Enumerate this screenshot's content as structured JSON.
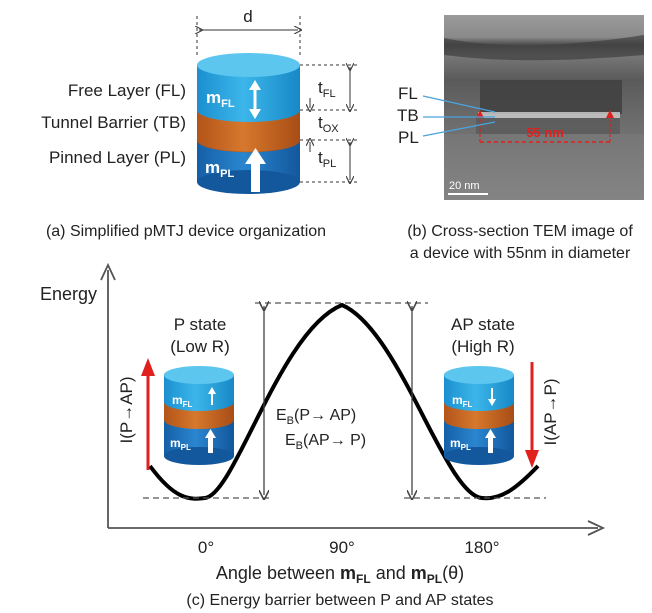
{
  "panel_a": {
    "dimension_d": "d",
    "layers": {
      "free": "Free Layer (FL)",
      "barrier": "Tunnel Barrier (TB)",
      "pinned": "Pinned Layer (PL)"
    },
    "moments": {
      "fl": "m",
      "fl_sub": "FL",
      "pl": "m",
      "pl_sub": "PL"
    },
    "thickness": {
      "t": "t",
      "fl_sub": "FL",
      "ox_sub": "OX",
      "pl_sub": "PL"
    },
    "caption": "(a) Simplified pMTJ device organization",
    "colors": {
      "fl": "#29a8df",
      "tb": "#c8651b",
      "pl": "#1d6fb8"
    }
  },
  "panel_b": {
    "labels": {
      "fl": "FL",
      "tb": "TB",
      "pl": "PL"
    },
    "measure": "55 nm",
    "scale": "20 nm",
    "caption_line1": "(b) Cross-section TEM image of",
    "caption_line2": "a device with 55nm in diameter",
    "colors": {
      "arrow_blue": "#4aa3df",
      "measure_red": "#e0201c"
    }
  },
  "panel_c": {
    "y_axis": "Energy",
    "p_state_line1": "P state",
    "p_state_line2": "(Low R)",
    "ap_state_line1": "AP state",
    "ap_state_line2": "(High R)",
    "current_p_ap": "I(P→AP)",
    "current_ap_p": "I(AP→P)",
    "eb_p_ap_main": "E",
    "eb_p_ap_sub": "B",
    "eb_p_ap_rest": "(P→ AP)",
    "eb_ap_p_main": "E",
    "eb_ap_p_sub": "B",
    "eb_ap_p_rest": "(AP→ P)",
    "ticks": [
      "0°",
      "90°",
      "180°"
    ],
    "x_axis_prefix": "Angle between ",
    "x_axis_mfl": "m",
    "x_axis_mfl_sub": "FL",
    "x_axis_and": " and ",
    "x_axis_mpl": "m",
    "x_axis_mpl_sub": "PL",
    "x_axis_suffix": "(θ)",
    "caption": "(c) Energy barrier between P and AP states",
    "mini_labels": {
      "m": "m",
      "fl": "FL",
      "pl": "PL"
    },
    "colors": {
      "curve": "#000000",
      "arrow_red": "#e0201c"
    }
  }
}
